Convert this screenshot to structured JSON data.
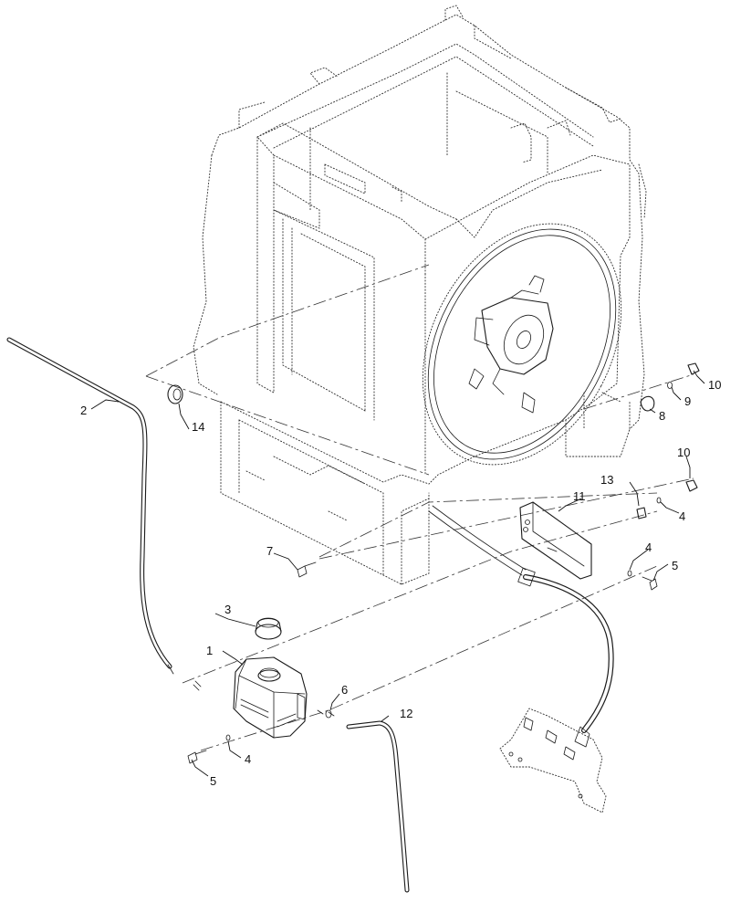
{
  "callouts": {
    "c1": "1",
    "c2": "2",
    "c3": "3",
    "c4a": "4",
    "c4b": "4",
    "c4c": "4",
    "c5a": "5",
    "c5b": "5",
    "c6": "6",
    "c7": "7",
    "c8": "8",
    "c9": "9",
    "c10a": "10",
    "c10b": "10",
    "c11": "11",
    "c12": "12",
    "c13": "13",
    "c14": "14"
  }
}
